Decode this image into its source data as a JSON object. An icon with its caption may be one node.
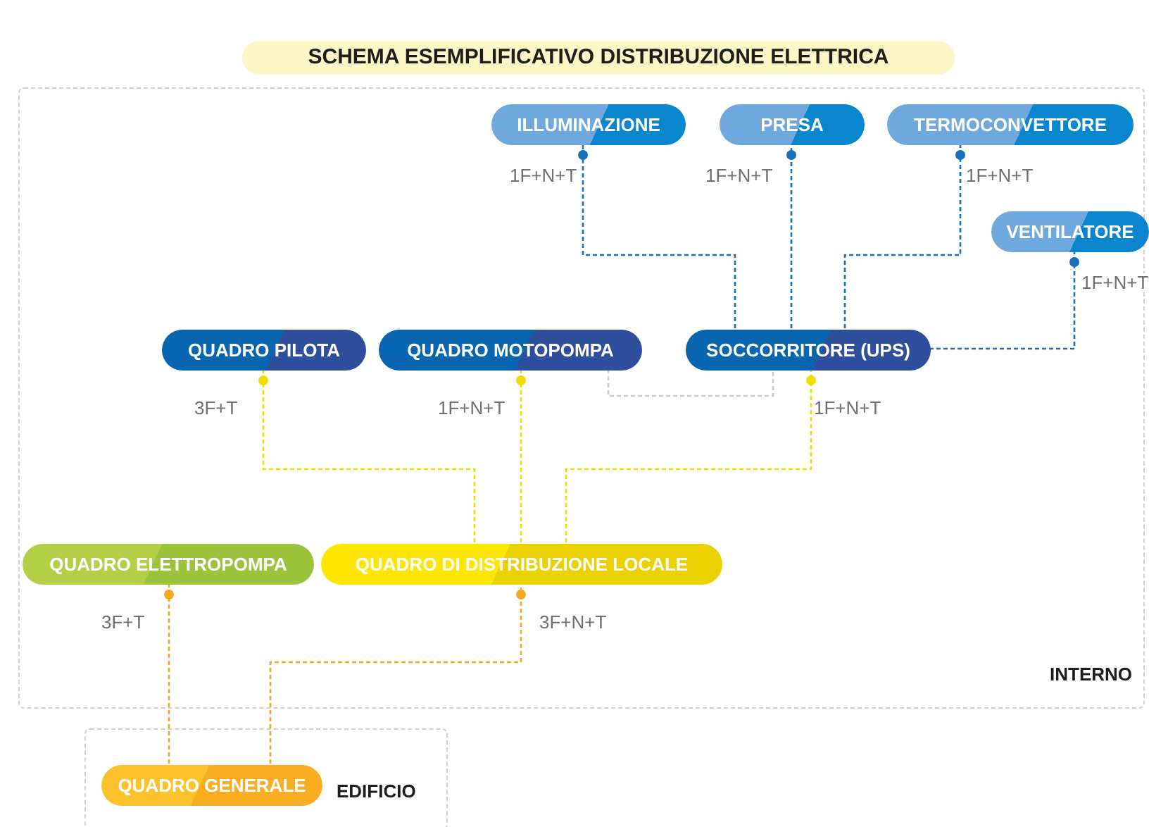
{
  "diagram": {
    "title": "SCHEMA ESEMPLIFICATIVO DISTRIBUZIONE ELETTRICA",
    "nodes": [
      {
        "text": [
          "INTERNO"
        ]
      },
      {
        "text": [
          "ILLUMINAZIONE"
        ],
        "in": 0
      },
      {
        "text": [
          "PRESA"
        ],
        "in": 0
      },
      {
        "text": [
          "TERMOCONVETTORE"
        ],
        "in": 0
      },
      {
        "text": [
          "VENTILATORE"
        ],
        "in": 0
      },
      {
        "text": [
          "QUADRO PILOTA"
        ],
        "in": 0
      },
      {
        "text": [
          "QUADRO MOTOPOMPA"
        ],
        "in": 0
      },
      {
        "text": [
          "SOCCORRITORE (UPS)"
        ],
        "in": 0
      },
      {
        "text": [
          "QUADRO ELETTROPOMPA"
        ],
        "in": 0
      },
      {
        "text": [
          "QUADRO DI DISTRIBUZIONE LOCALE"
        ],
        "in": 0
      },
      {
        "text": [
          "EDIFICIO"
        ]
      },
      {
        "text": [
          "QUADRO GENERALE"
        ],
        "in": 10
      }
    ],
    "edges": [
      {
        "from": 7,
        "to": 1,
        "arrow": "other",
        "label": "1F+N+T",
        "style": "dashed",
        "color": "#1a6fba"
      },
      {
        "from": 7,
        "to": 2,
        "arrow": "other",
        "label": "1F+N+T",
        "style": "dashed",
        "color": "#1a6fba"
      },
      {
        "from": 7,
        "to": 3,
        "arrow": "other",
        "label": "1F+N+T",
        "style": "dashed",
        "color": "#1a6fba"
      },
      {
        "from": 7,
        "to": 4,
        "arrow": "other",
        "label": "1F+N+T",
        "style": "dashed",
        "color": "#1a6fba"
      },
      {
        "from": 9,
        "to": 5,
        "arrow": "other",
        "label": "3F+T",
        "style": "dashed",
        "color": "#f2dc00"
      },
      {
        "from": 9,
        "to": 6,
        "arrow": "other",
        "label": "1F+N+T",
        "style": "dashed",
        "color": "#f2dc00"
      },
      {
        "from": 9,
        "to": 7,
        "arrow": "other",
        "label": "1F+N+T",
        "style": "dashed",
        "color": "#f2dc00"
      },
      {
        "from": 11,
        "to": 8,
        "arrow": "other",
        "label": "3F+T",
        "style": "dashed",
        "color": "#f7a823"
      },
      {
        "from": 11,
        "to": 9,
        "arrow": "other",
        "label": "3F+N+T",
        "style": "dashed",
        "color": "#f7a823"
      },
      {
        "from": 6,
        "to": 7,
        "arrow": "none",
        "style": "dashed",
        "color": "#cccccc"
      }
    ]
  }
}
